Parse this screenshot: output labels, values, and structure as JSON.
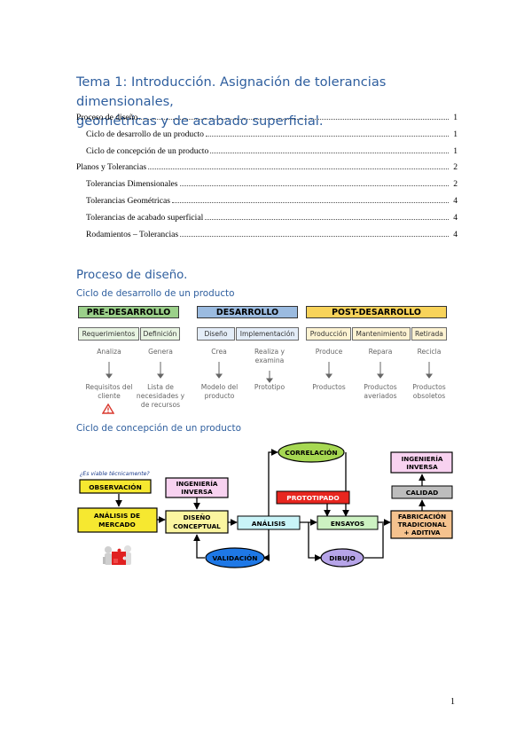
{
  "title": {
    "line1": "Tema 1: Introducción. Asignación de tolerancias dimensionales,",
    "line2": "geométricas y de acabado superficial."
  },
  "toc": [
    {
      "label": "Proceso de diseño",
      "page": "1"
    },
    {
      "label": "Ciclo de desarrollo de un producto",
      "page": "1"
    },
    {
      "label": "Ciclo de concepción de un producto",
      "page": "1"
    },
    {
      "label": "Planos y Tolerancias",
      "page": "2"
    },
    {
      "label": "Tolerancias Dimensionales",
      "page": "2"
    },
    {
      "label": "Tolerancias Geométricas",
      "page": "4"
    },
    {
      "label": "Tolerancias de acabado superficial",
      "page": "4"
    },
    {
      "label": "Rodamientos – Tolerancias",
      "page": "4"
    }
  ],
  "section": {
    "heading": "Proceso de diseño.",
    "sub1": "Ciclo de desarrollo de un producto",
    "sub2": "Ciclo de concepción de un producto"
  },
  "dev_cycle": {
    "phases": [
      {
        "label": "PRE-DESARROLLO",
        "color": "#9bd08a"
      },
      {
        "label": "DESARROLLO",
        "color": "#9bbbe0"
      },
      {
        "label": "POST-DESARROLLO",
        "color": "#f8d35a"
      }
    ],
    "stages": [
      {
        "label": "Requerimientos",
        "verb": "Analiza",
        "output": "Requisitos del cliente",
        "bg": "#e8f4e2"
      },
      {
        "label": "Definición",
        "verb": "Genera",
        "output": "Lista de necesidades y de recursos",
        "bg": "#e8f4e2"
      },
      {
        "label": "Diseño",
        "verb": "Crea",
        "output": "Modelo del producto",
        "bg": "#e4edf8"
      },
      {
        "label": "Implementación",
        "verb": "Realiza y examina",
        "output": "Prototipo",
        "bg": "#e4edf8"
      },
      {
        "label": "Producción",
        "verb": "Produce",
        "output": "Productos",
        "bg": "#fdf3d2"
      },
      {
        "label": "Mantenimiento",
        "verb": "Repara",
        "output": "Productos averiados",
        "bg": "#fdf3d2"
      },
      {
        "label": "Retirada",
        "verb": "Recicla",
        "output": "Productos obsoletos",
        "bg": "#fdf3d2"
      }
    ],
    "warning_icon": "warning-triangle-icon"
  },
  "concept_cycle": {
    "note": "¿Es viable técnicamente?",
    "observacion": "OBSERVACIÓN",
    "ingenieria_inversa_1": [
      "INGENIERÍA",
      "INVERSA"
    ],
    "analisis_mercado": [
      "ANÁLISIS DE",
      "MERCADO"
    ],
    "diseno_conceptual": [
      "DISEÑO",
      "CONCEPTUAL"
    ],
    "analisis": "ANÁLISIS",
    "correlacion": "CORRELACIÓN",
    "prototipado": "PROTOTIPADO",
    "ensayos": "ENSAYOS",
    "validacion": "VALIDACIÓN",
    "dibujo": "DIBUJO",
    "ingenieria_inversa_2": [
      "INGENIERÍA",
      "INVERSA"
    ],
    "calidad": "CALIDAD",
    "fabricacion": [
      "FABRICACIÓN",
      "TRADICIONAL",
      "+ ADITIVA"
    ],
    "puzzle_icon": "puzzle-people-icon"
  },
  "page_number": "1"
}
